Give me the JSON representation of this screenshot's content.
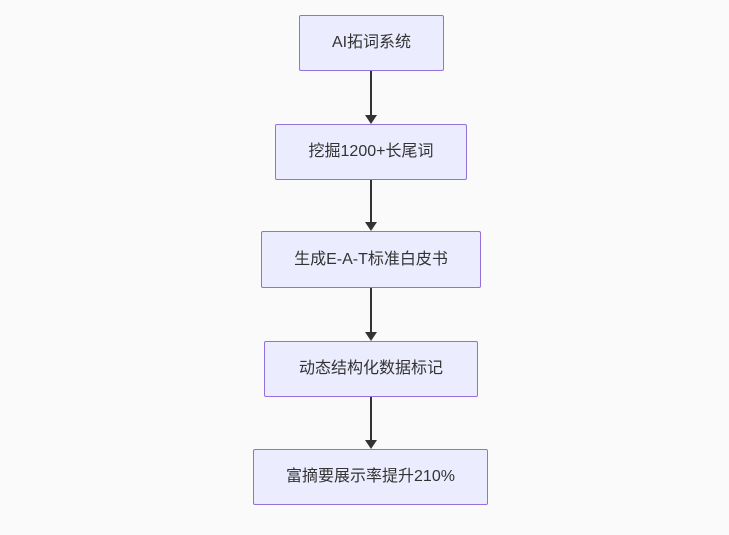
{
  "flowchart": {
    "type": "flowchart",
    "direction": "top-down",
    "colors": {
      "background": "#FAFAFA",
      "node_fill": "#ECECFF",
      "node_border": "#9370DB",
      "node_text": "#333333",
      "arrow": "#333333"
    },
    "nodes": [
      {
        "label": "AI拓词系统"
      },
      {
        "label": "挖掘1200+长尾词"
      },
      {
        "label": "生成E-A-T标准白皮书"
      },
      {
        "label": "动态结构化数据标记"
      },
      {
        "label": "富摘要展示率提升210%"
      }
    ],
    "edges": [
      {
        "from": 0,
        "to": 1
      },
      {
        "from": 1,
        "to": 2
      },
      {
        "from": 2,
        "to": 3
      },
      {
        "from": 3,
        "to": 4
      }
    ]
  }
}
